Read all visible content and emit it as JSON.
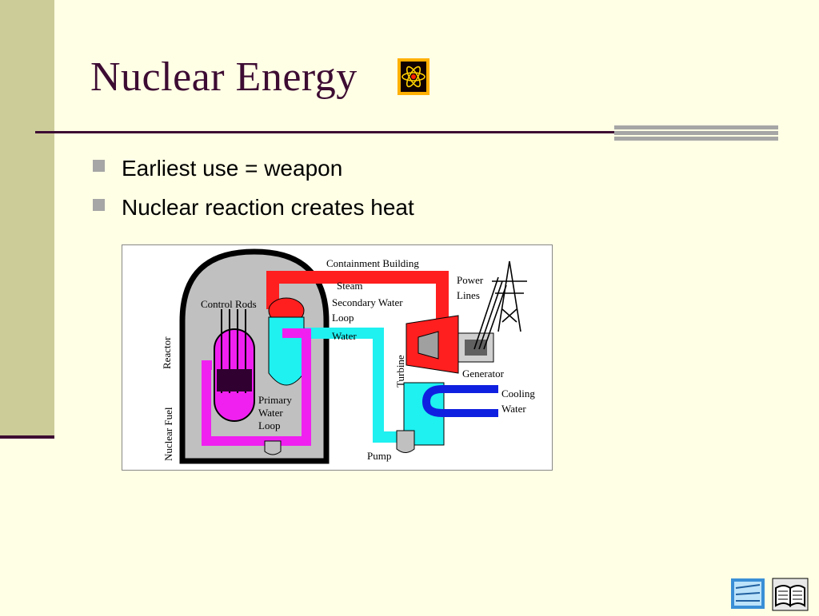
{
  "slide": {
    "title": "Nuclear Energy",
    "bullets": [
      "Earliest use = weapon",
      "Nuclear reaction creates heat"
    ]
  },
  "diagram": {
    "labels": {
      "containment_building": "Containment Building",
      "steam": "Steam",
      "secondary_water_1": "Secondary Water",
      "secondary_water_2": "Loop",
      "water": "Water",
      "control_rods": "Control Rods",
      "reactor": "Reactor",
      "nuclear_fuel": "Nuclear Fuel",
      "primary_1": "Primary",
      "primary_2": "Water",
      "primary_3": "Loop",
      "turbine": "Turbine",
      "generator": "Generator",
      "power_1": "Power",
      "power_2": "Lines",
      "cooling_1": "Cooling",
      "cooling_2": "Water",
      "pump": "Pump"
    }
  },
  "icons": {
    "title_icon": "atom-icon",
    "nav_left": "map-icon",
    "nav_right": "book-icon"
  },
  "colors": {
    "background": "#FFFFE5",
    "side_band": "#CCCC99",
    "title": "#3D0C33",
    "steam": "#FF1F1F",
    "water": "#1FF0F0",
    "primary_loop": "#F020F0",
    "cooling": "#1020E0",
    "containment": "#C0C0C0"
  }
}
